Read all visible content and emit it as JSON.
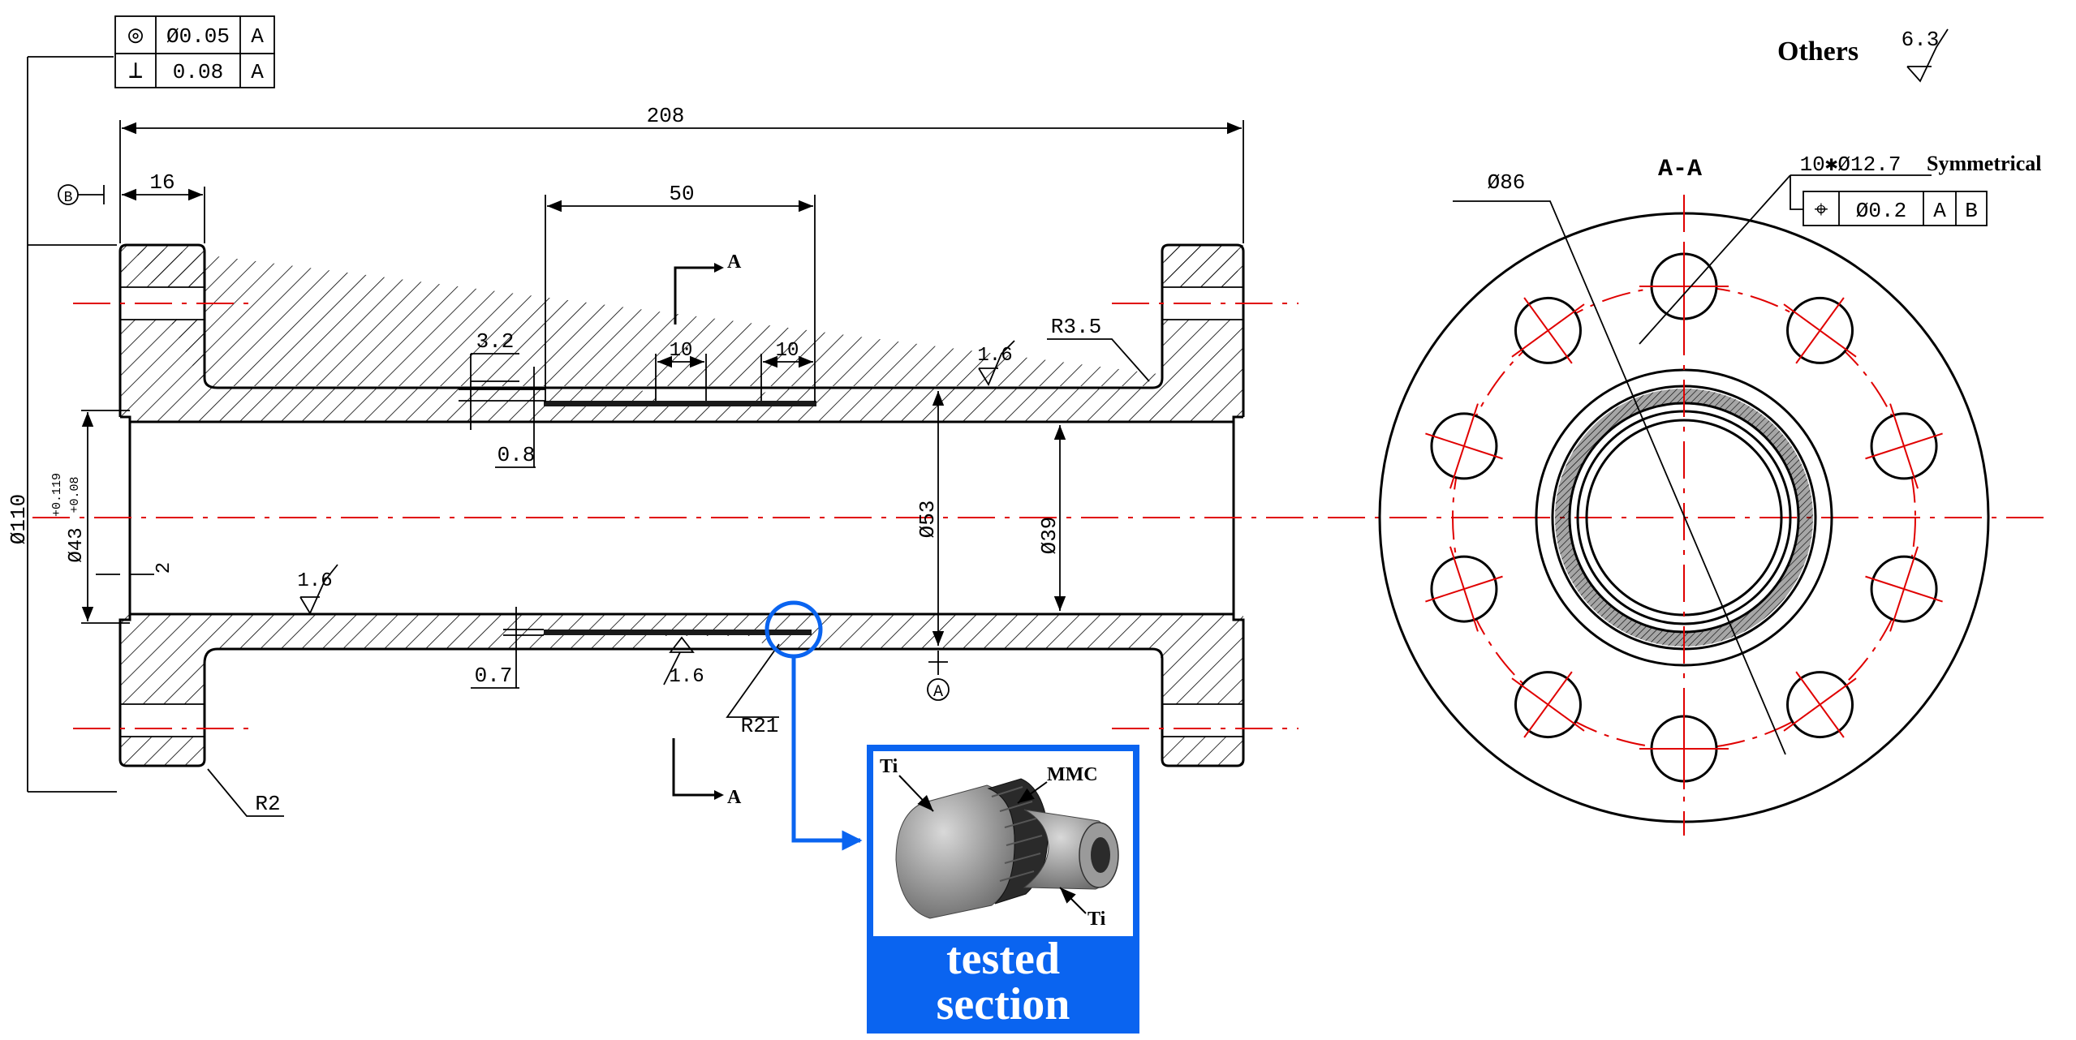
{
  "gdt_top": {
    "row1": {
      "symbol": "◎",
      "tolerance": "Ø0.05",
      "datum": "A"
    },
    "row2": {
      "symbol": "⊥",
      "tolerance": "0.08",
      "datum": "A"
    }
  },
  "surface_others": {
    "label": "Others",
    "value": "6.3"
  },
  "dimensions": {
    "overall_length": "208",
    "flange_width": "16",
    "datum_b": "B",
    "window_length": "50",
    "window_end_1": "10",
    "window_end_2": "10",
    "thickness_top": "3.2",
    "offset_top": "0.8",
    "offset_bottom": "0.7",
    "radius_inner": "R3.5",
    "radius_window": "R21",
    "radius_flange": "R2",
    "rough_top": "1.6",
    "rough_left": "1.6",
    "rough_bottom": "1.6",
    "dia_outer": "Ø110",
    "dia_bore_main": "Ø43",
    "dia_bore_tol_upper": "+0.119",
    "dia_bore_tol_lower": "+0.08",
    "bore_step": "2",
    "dia_53": "Ø53",
    "dia_39": "Ø39",
    "datum_a": "A",
    "section_mark_top": "A",
    "section_mark_bottom": "A"
  },
  "section_view": {
    "title": "A-A",
    "pcd": "Ø86",
    "holes": "10✱Ø12.7",
    "symmetrical": "Symmetrical",
    "position_tol": {
      "symbol": "⌖",
      "tolerance": "Ø0.2",
      "datum1": "A",
      "datum2": "B"
    }
  },
  "callout": {
    "label_ti_outer": "Ti",
    "label_mmc": "MMC",
    "label_ti_inner": "Ti",
    "title_line1": "tested",
    "title_line2": "section"
  },
  "colors": {
    "center_line": "#e00000",
    "highlight": "#0a64f0"
  }
}
